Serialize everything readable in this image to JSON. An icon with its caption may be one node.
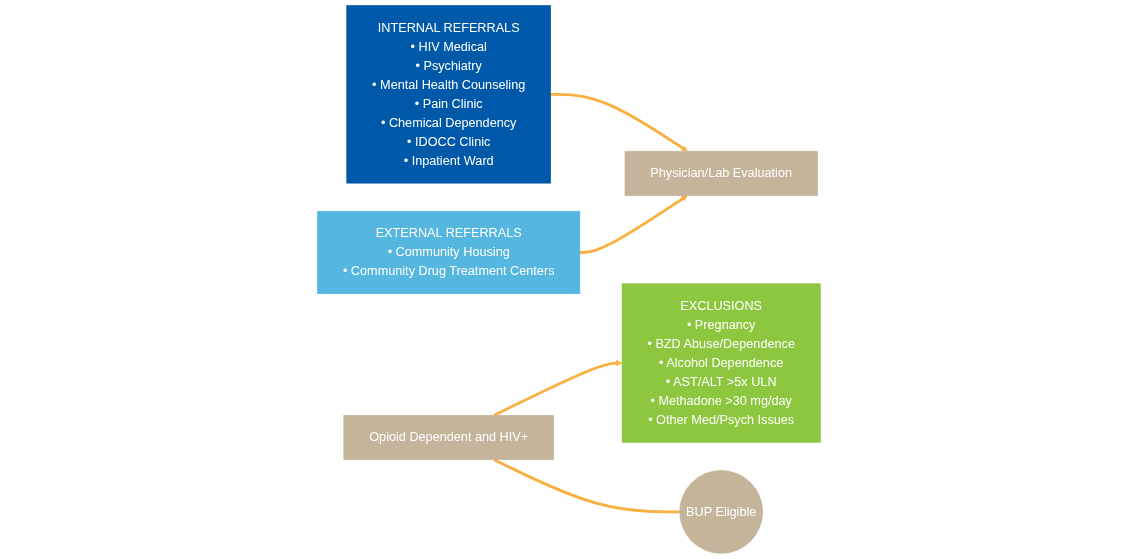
{
  "diagram": {
    "nodes": [
      {
        "text": [
          "INTERNAL REFERRALS",
          "• HIV Medical",
          "• Psychiatry",
          "• Mental Health Counseling",
          "• Pain Clinic",
          "• Chemical Dependency",
          "• IDOCC Clinic",
          "• Inpatient Ward"
        ]
      },
      {
        "text": [
          "EXTERNAL REFERRALS",
          "• Community Housing",
          "• Community Drug Treatment Centers"
        ]
      },
      {
        "text": [
          "Physician/Lab Evaluation"
        ]
      },
      {
        "text": [
          "EXCLUSIONS",
          "• Pregnancy",
          "• BZD Abuse/Dependence",
          "• Alcohol Dependence",
          "• AST/ALT >5x ULN",
          "• Methadone >30 mg/day",
          "• Other Med/Psych Issues"
        ]
      },
      {
        "text": [
          "Opioid Dependent and HIV+"
        ]
      },
      {
        "text": [
          "BUP Eligible"
        ]
      }
    ],
    "edges": [
      {
        "from": 0,
        "to": 2,
        "arrow": "to"
      },
      {
        "from": 1,
        "to": 2,
        "arrow": "to"
      },
      {
        "from": 4,
        "to": 3,
        "arrow": "to"
      },
      {
        "from": 4,
        "to": 5,
        "arrow": "none"
      }
    ]
  }
}
